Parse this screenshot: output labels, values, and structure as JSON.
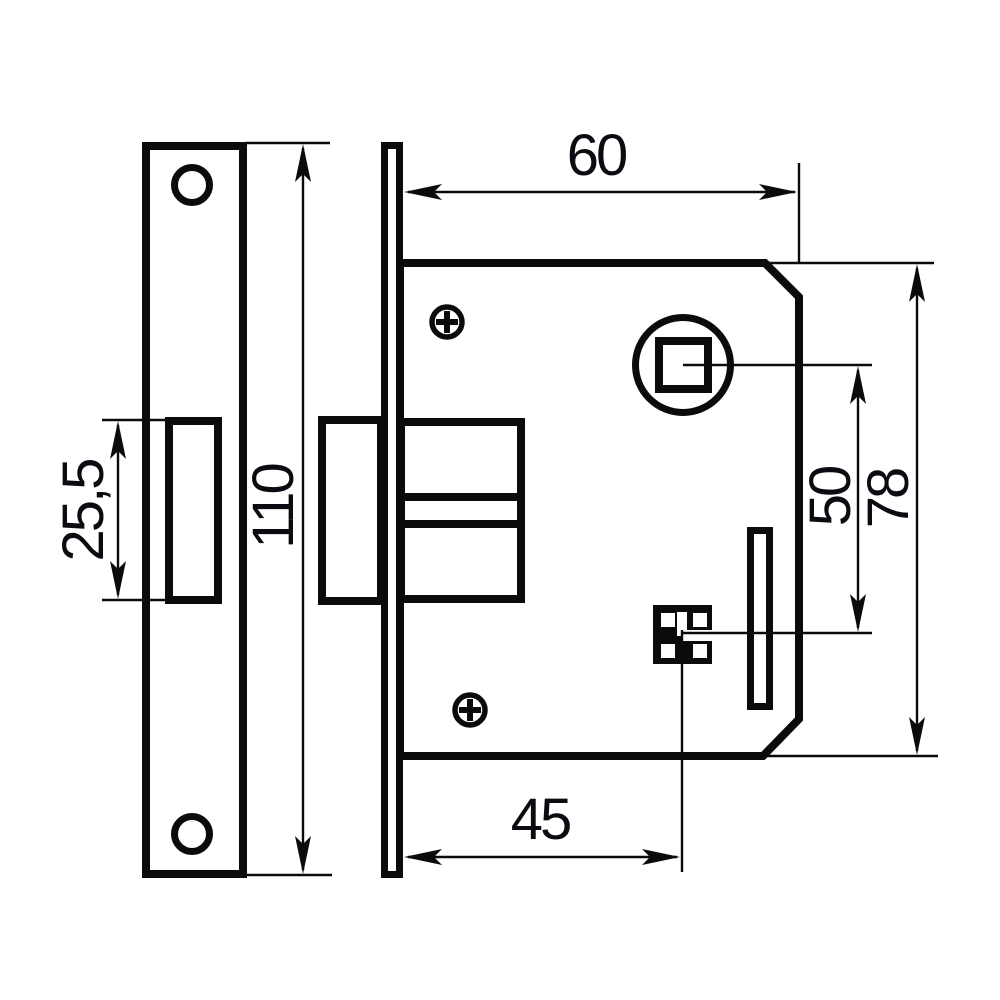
{
  "diagram": {
    "type": "mortise-lock technical dimension drawing",
    "dimension_labels": {
      "body_depth": "60",
      "plate_height": "110",
      "cutout_height": "25,5",
      "centre_spacing": "50",
      "body_height": "78",
      "backset": "45"
    },
    "colors": {
      "background": "#ffffff",
      "line": "#0b0b0b",
      "label_text": "#0b0b12"
    }
  }
}
